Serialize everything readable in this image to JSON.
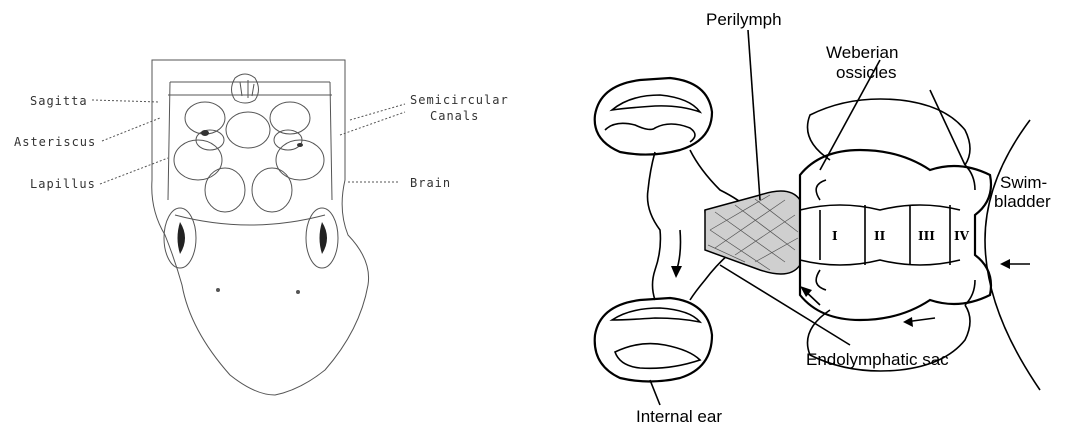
{
  "left_figure": {
    "labels": {
      "sagitta": "Sagitta",
      "asteriscus": "Asteriscus",
      "lapillus": "Lapillus",
      "semicircular_1": "Semicircular",
      "semicircular_2": "Canals",
      "brain": "Brain"
    }
  },
  "right_figure": {
    "labels": {
      "perilymph": "Perilymph",
      "weberian_1": "Weberian",
      "weberian_2": "ossicles",
      "swim_1": "Swim-",
      "swim_2": "bladder",
      "endolymphatic": "Endolymphatic sac",
      "internal_ear": "Internal ear"
    },
    "vertebra_numerals": [
      "I",
      "II",
      "III",
      "IV"
    ]
  }
}
